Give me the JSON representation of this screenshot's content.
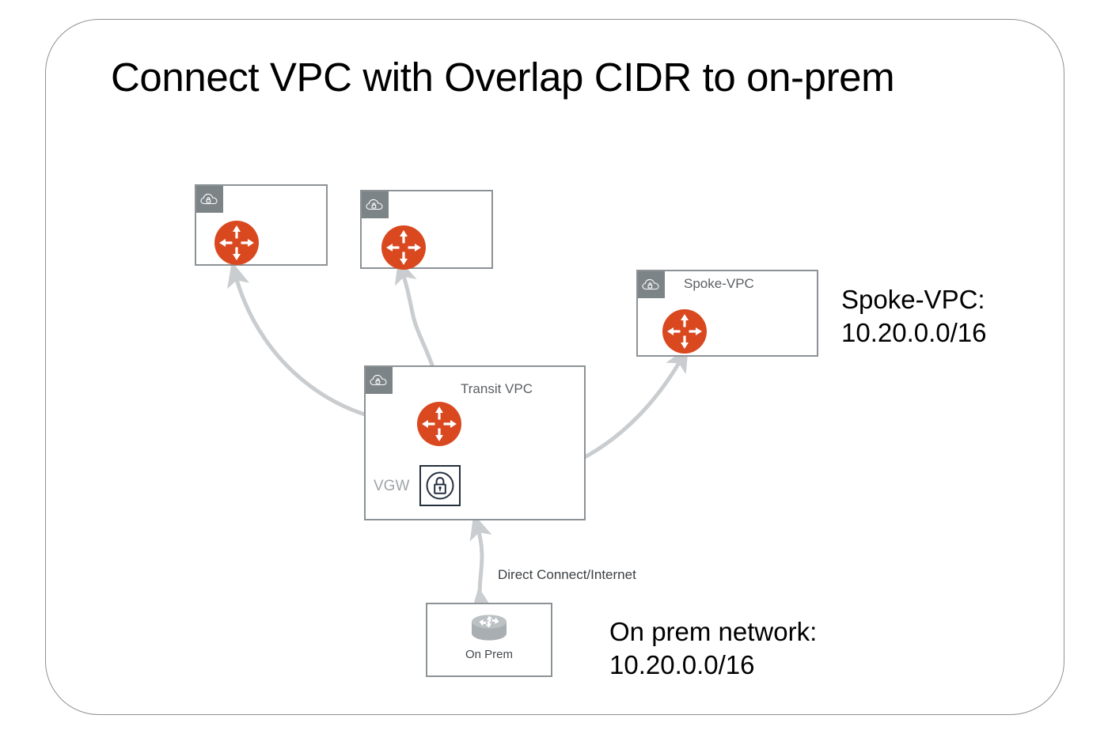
{
  "slide": {
    "title": "Connect VPC with Overlap CIDR to on-prem",
    "frame_border_color": "#8d9296"
  },
  "colors": {
    "router_orange": "#d9481f",
    "vpc_border_grey": "#8d9296",
    "badge_grey": "#7d8488",
    "connector_grey": "#c9cdd0",
    "connector_dark_grey": "#8e9296",
    "vgw_border": "#232f3e",
    "label_grey": "#5b6063",
    "note_black": "#000000"
  },
  "nodes": {
    "vpc_top_left": {
      "label": "",
      "badge_icon": "cloud-lock-icon",
      "device_icon": "router-icon"
    },
    "vpc_top_middle": {
      "label": "",
      "badge_icon": "cloud-lock-icon",
      "device_icon": "router-icon"
    },
    "spoke_vpc": {
      "label": "Spoke-VPC",
      "badge_icon": "cloud-lock-icon",
      "device_icon": "router-icon"
    },
    "transit_vpc": {
      "label": "Transit VPC",
      "badge_icon": "cloud-lock-icon",
      "device_icon": "router-icon",
      "vgw_label": "VGW",
      "vgw_icon": "lock-gateway-icon"
    },
    "on_prem": {
      "label": "On Prem",
      "device_icon": "onprem-router-icon"
    }
  },
  "edges": {
    "direct_connect": "Direct Connect/Internet"
  },
  "notes": {
    "spoke_cidr": "Spoke-VPC:\n10.20.0.0/16",
    "onprem_cidr": "On prem network:\n10.20.0.0/16"
  }
}
